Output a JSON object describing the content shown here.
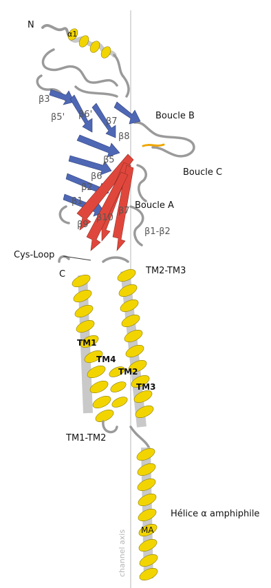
{
  "labels": {
    "n": "N",
    "c": "C",
    "alpha1": "α1",
    "b3": "β3",
    "b5p": "β5'",
    "b6top": "β6'",
    "b7": "β7",
    "b8": "β8",
    "b5": "β5",
    "b6": "β6",
    "b2": "β2",
    "b1": "β1",
    "b9": "β9",
    "b10": "β10",
    "b7b": "β7",
    "boucle_b": "Boucle B",
    "boucle_c": "Boucle C",
    "boucle_a": "Boucle A",
    "b1b2": "β1-β2",
    "cys_loop": "Cys-Loop",
    "tm2tm3": "TM2-TM3",
    "tm1": "TM1",
    "tm4": "TM4",
    "tm2": "TM2",
    "tm3": "TM3",
    "tm1tm2": "TM1-TM2",
    "helice": "Hélice α amphiphile",
    "ma": "MA",
    "channel_axis": "channel axis"
  },
  "colors": {
    "helix": "#f2d500",
    "helix_back": "#c9c9c9",
    "strand_blue": "#4f68b5",
    "strand_red": "#e0473c",
    "coil": "#9a9a9a",
    "axis": "#c8c8c8",
    "disulfide": "#f0a600"
  }
}
